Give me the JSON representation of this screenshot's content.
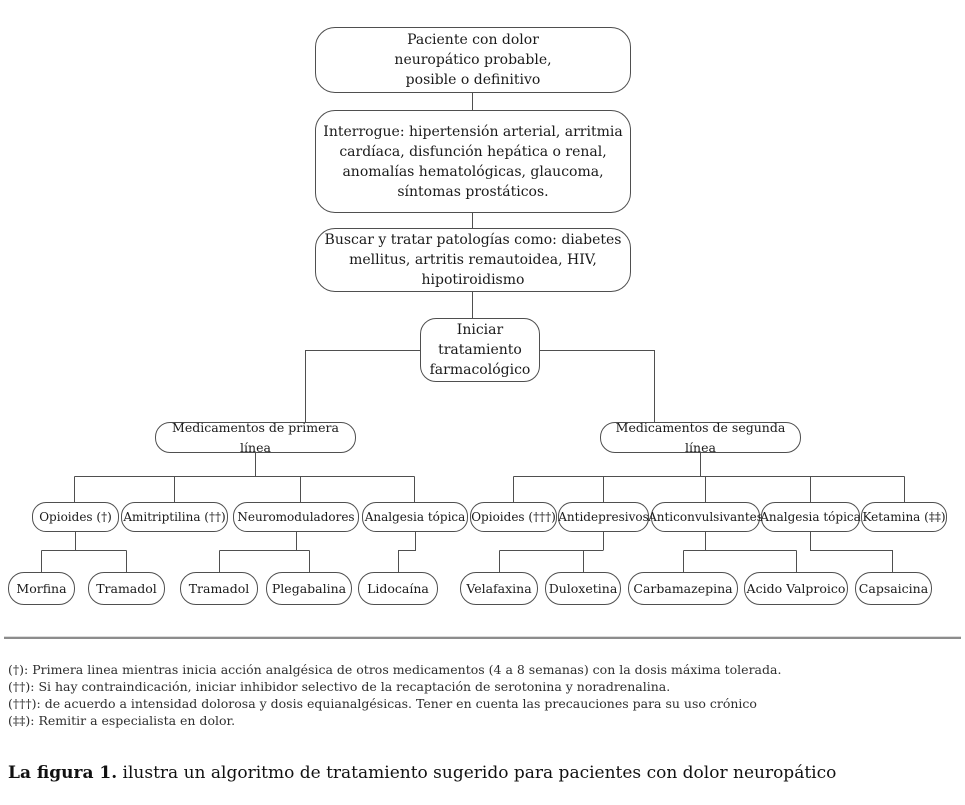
{
  "diagram": {
    "nodes": {
      "patient": "Paciente con dolor\nneuropático probable,\nposible o definitivo",
      "interrogate": "Interrogue: hipertensión arterial, arritmia\ncardíaca, disfunción hepática o renal,\nanomalías hematológicas, glaucoma,\nsíntomas prostáticos.",
      "search_treat": "Buscar y tratar patologías como: diabetes\nmellitus, artritis remautoidea, HIV,\nhipotiroidismo",
      "start_treatment": "Iniciar\ntratamiento\nfarmacológico",
      "first_line": "Medicamentos de primera línea",
      "second_line": "Medicamentos de segunda línea",
      "opioids_first": "Opioides (†)",
      "amitriptyline": "Amitriptilina (††)",
      "neuromodulators": "Neuromoduladores",
      "topical_first": "Analgesia tópica",
      "opioids_second": "Opioides (†††)",
      "antidepressants": "Antidepresivos",
      "anticonvulsants": "Anticonvulsivantes",
      "topical_second": "Analgesia tópica",
      "ketamine": "Ketamina (‡‡)",
      "morphine": "Morfina",
      "tramadol_opioid": "Tramadol",
      "tramadol_neuro": "Tramadol",
      "pregabalin": "Plegabalina",
      "lidocaine": "Lidocaína",
      "venlafaxine": "Velafaxina",
      "duloxetine": "Duloxetina",
      "carbamazepine": "Carbamazepina",
      "valproic_acid": "Acido Valproico",
      "capsaicin": "Capsaicina"
    }
  },
  "footnotes": [
    "(†): Primera linea mientras inicia acción analgésica de otros medicamentos (4 a 8 semanas) con la dosis máxima tolerada.",
    "(††): Si hay contraindicación, iniciar inhibidor selectivo de la recaptación de serotonina y noradrenalina.",
    "(†††): de acuerdo a intensidad dolorosa y dosis equianalgésicas. Tener en cuenta las precauciones para su uso crónico",
    "(‡‡): Remitir a especialista en dolor."
  ],
  "caption": {
    "lead": "La figura 1.",
    "rest": " ilustra un algoritmo de tratamiento sugerido para pacientes con dolor neuropático"
  },
  "colors": {
    "line": "#4f4f4f",
    "text": "#1a1a1a"
  }
}
